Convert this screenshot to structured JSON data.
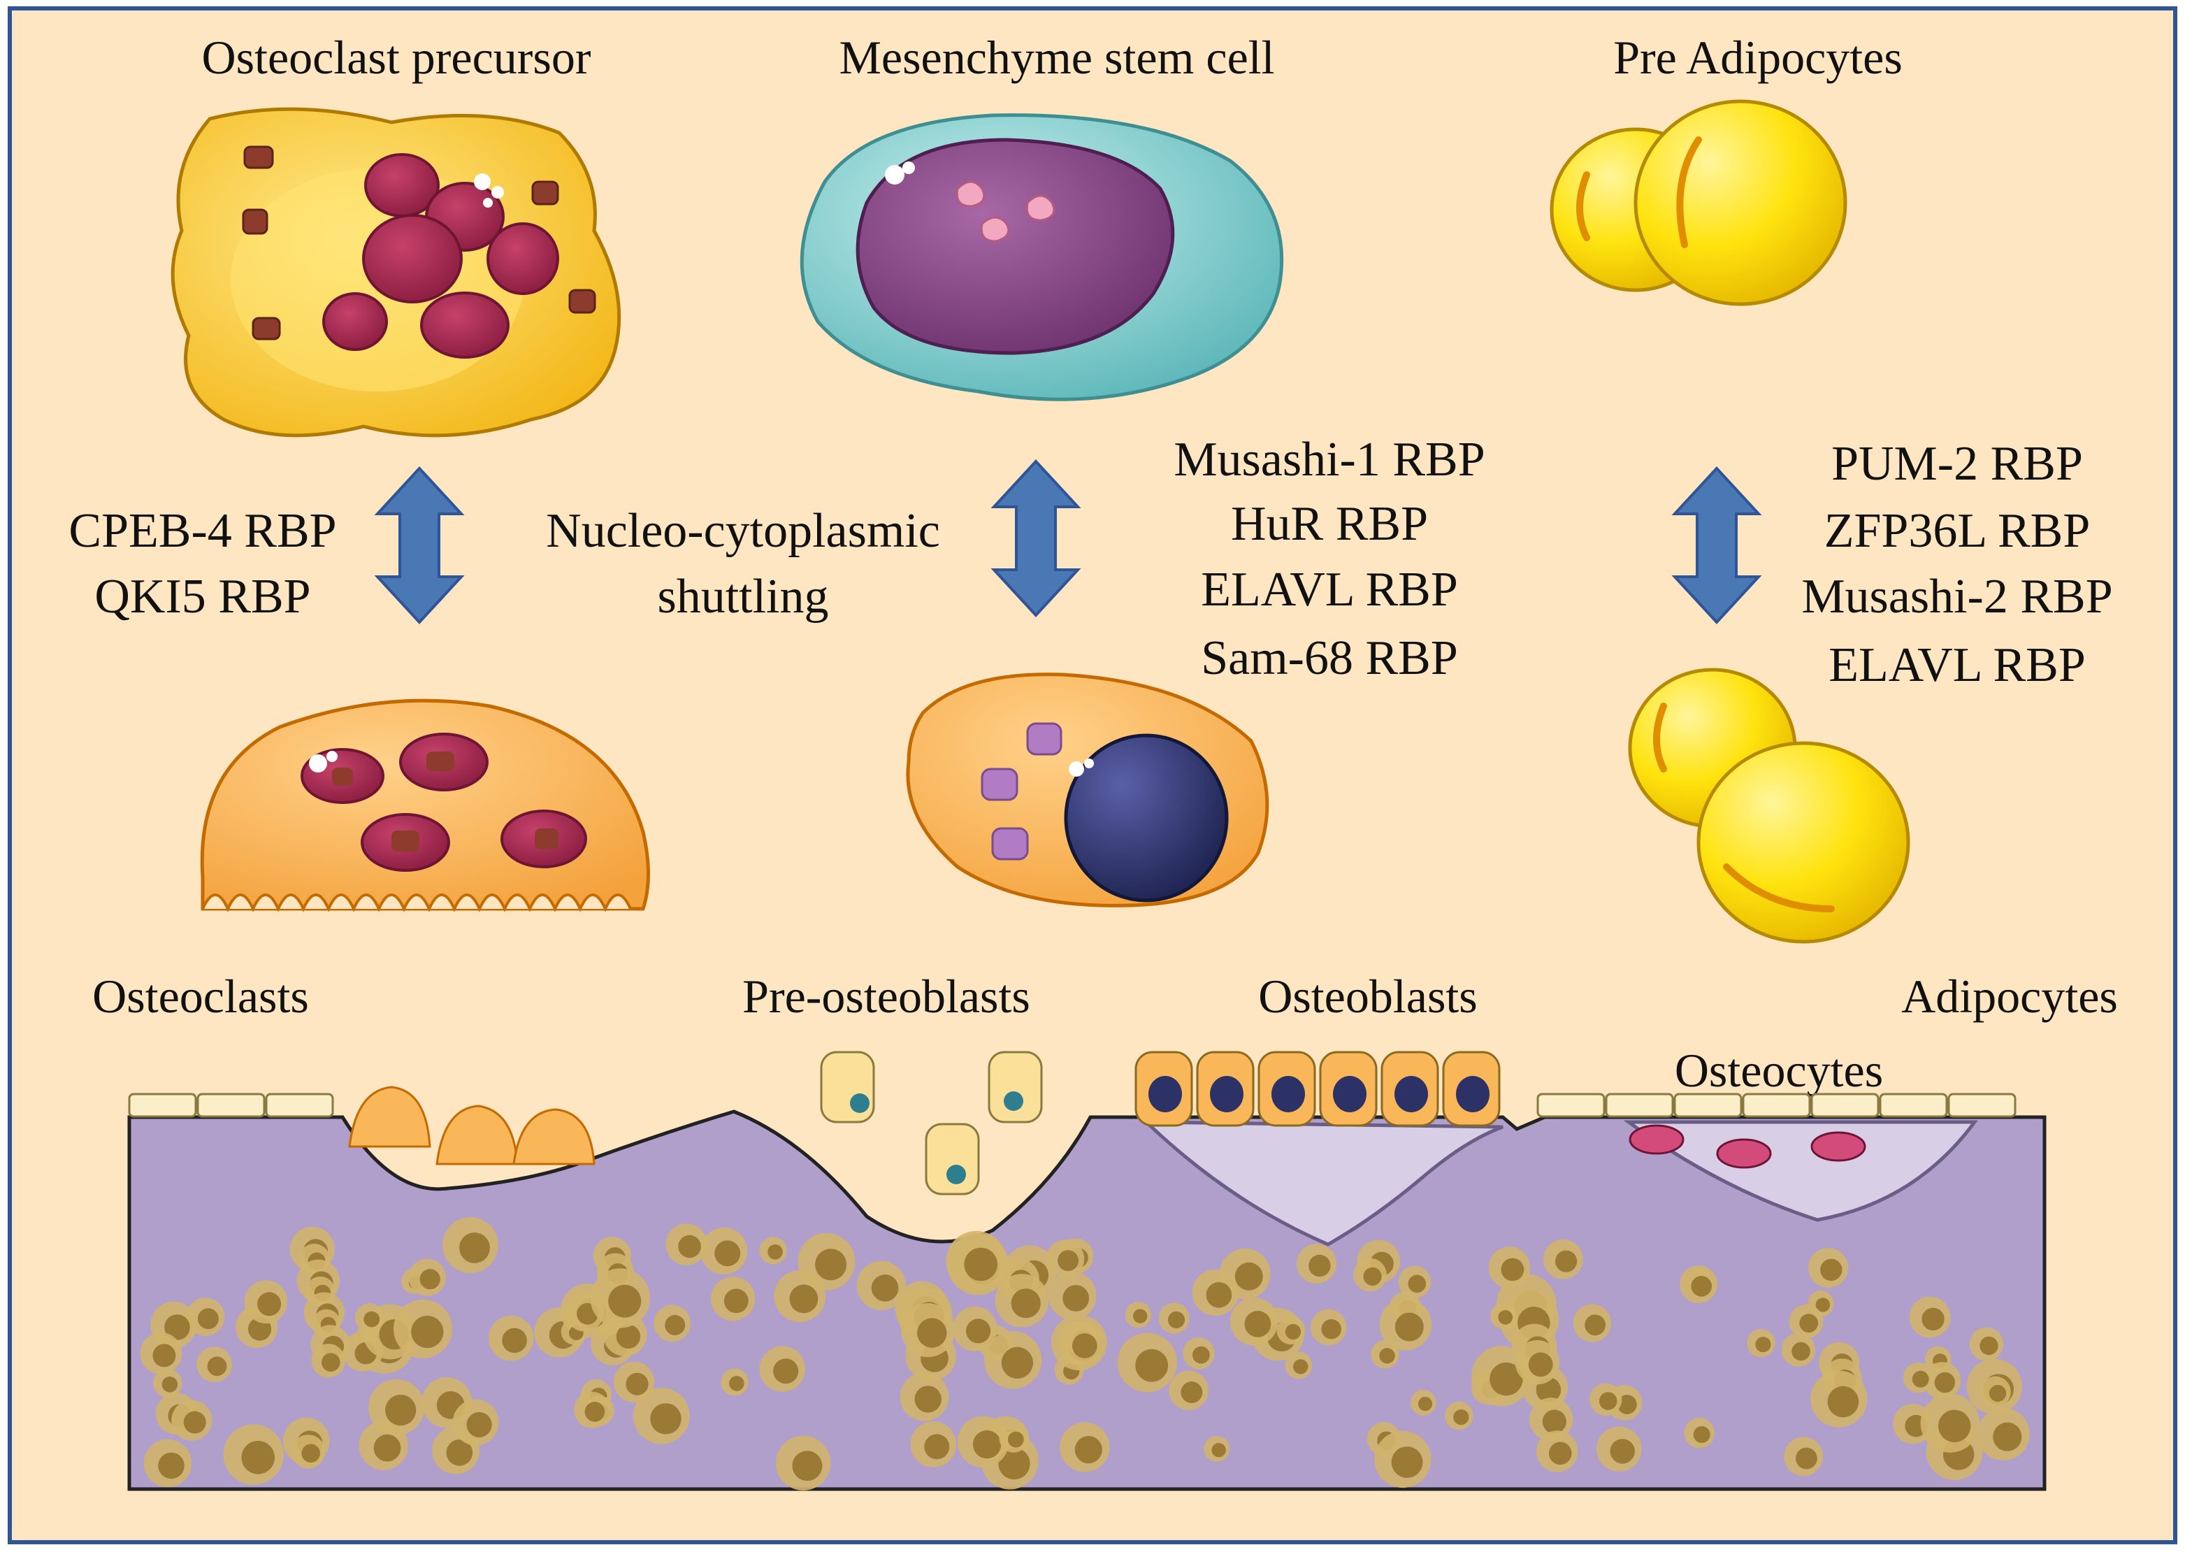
{
  "cell_labels": {
    "osteoclast_precursor": "Osteoclast precursor",
    "mesenchyme_stem_cell": "Mesenchyme stem cell",
    "pre_adipocytes": "Pre Adipocytes",
    "osteoclasts": "Osteoclasts",
    "pre_osteoblasts": "Pre-osteoblasts",
    "osteoblasts": "Osteoblasts",
    "adipocytes": "Adipocytes",
    "osteocytes": "Osteocytes"
  },
  "shuttling_label": {
    "line1": "Nucleo-cytoplasmic",
    "line2": "shuttling"
  },
  "rbp_groups": {
    "osteoclast": [
      "CPEB-4 RBP",
      "QKI5 RBP"
    ],
    "osteoblast": [
      "Musashi-1 RBP",
      "HuR RBP",
      "ELAVL RBP",
      "Sam-68 RBP"
    ],
    "adipocyte": [
      "PUM-2 RBP",
      "ZFP36L RBP",
      "Musashi-2 RBP",
      "ELAVL RBP"
    ]
  },
  "colors": {
    "background": "#FDE6C1",
    "border": "#2F5597",
    "arrow": "#4A78B4",
    "bone_matrix": "#B09FCB",
    "yellow_cell": "#F7D832",
    "stem_cell_outer": "#8FD3D3",
    "stem_cell_nucleus": "#8E4C8E",
    "osteoclast_body": "#F9B75A",
    "nucleus_red": "#A8294E",
    "osteoblast_nucleus": "#2D3266"
  }
}
